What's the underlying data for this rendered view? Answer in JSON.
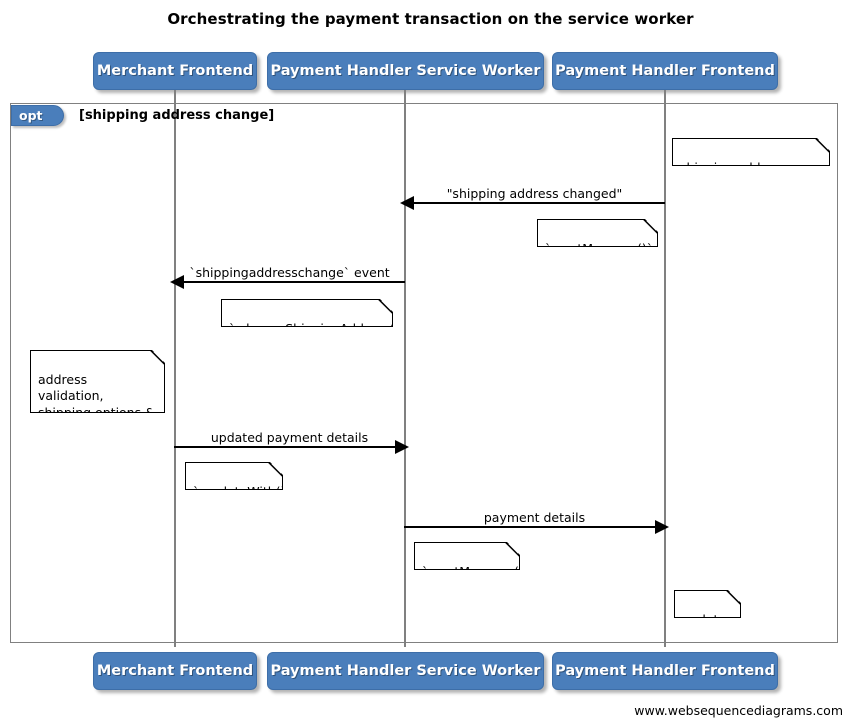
{
  "diagram": {
    "title": "Orchestrating the payment transaction on the service worker",
    "watermark": "www.websequencediagrams.com",
    "colors": {
      "participant_fill": "#4a7ebb",
      "participant_text": "#ffffff",
      "lifeline": "#808080",
      "frame_border": "#808080",
      "message": "#000000",
      "note_fill": "#ffffff",
      "note_border": "#000000"
    }
  },
  "participants": [
    {
      "id": "merchant-frontend",
      "label": "Merchant Frontend"
    },
    {
      "id": "payment-handler-service-worker",
      "label": "Payment Handler Service Worker"
    },
    {
      "id": "payment-handler-frontend",
      "label": "Payment Handler Frontend"
    }
  ],
  "fragment": {
    "type": "opt",
    "tag_label": "opt",
    "guard": "[shipping address change]"
  },
  "messages": [
    {
      "id": "m1",
      "label": "\"shipping address changed\"",
      "from": "payment-handler-frontend",
      "to": "payment-handler-service-worker",
      "direction": "left"
    },
    {
      "id": "m2",
      "label": "`shippingaddresschange` event",
      "from": "payment-handler-service-worker",
      "to": "merchant-frontend",
      "direction": "left"
    },
    {
      "id": "m3",
      "label": "updated payment details",
      "from": "merchant-frontend",
      "to": "payment-handler-service-worker",
      "direction": "right"
    },
    {
      "id": "m4",
      "label": "payment details",
      "from": "payment-handler-service-worker",
      "to": "payment-handler-frontend",
      "direction": "right"
    }
  ],
  "notes": [
    {
      "id": "n1",
      "text": "shipping address changed",
      "over": "payment-handler-frontend"
    },
    {
      "id": "n2",
      "text": "`.postMessage()`",
      "over": "payment-handler-frontend"
    },
    {
      "id": "n3",
      "text": "`.changeShippingAddress()`",
      "over": "payment-handler-service-worker"
    },
    {
      "id": "n4",
      "text": "address validation,\nshipping options &\ntotal price change etc",
      "over": "merchant-frontend"
    },
    {
      "id": "n5",
      "text": "`.updateWith()`",
      "over": "merchant-frontend"
    },
    {
      "id": "n6",
      "text": "`.postMessage()`",
      "over": "payment-handler-service-worker"
    },
    {
      "id": "n7",
      "text": "update UI",
      "over": "payment-handler-frontend"
    }
  ]
}
